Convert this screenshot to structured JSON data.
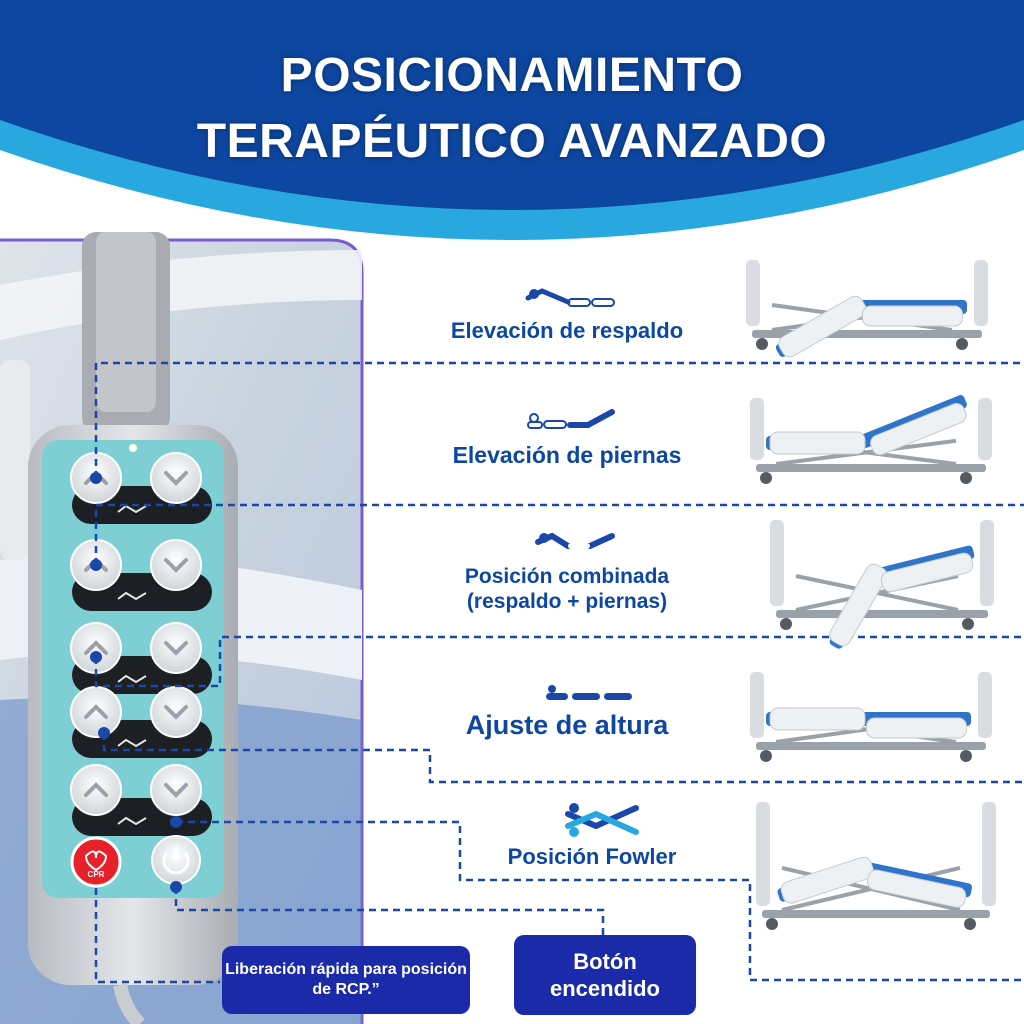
{
  "title": {
    "line1": "POSICIONAMIENTO",
    "line2": "TERAPÉUTICO AVANZADO"
  },
  "functions": [
    {
      "label": "Elevación de respaldo",
      "icon": "backrest-position-icon"
    },
    {
      "label": "Elevación de piernas",
      "icon": "leg-raise-position-icon"
    },
    {
      "label": "Posición combinada",
      "label2": "(respaldo + piernas)",
      "icon": "combined-position-icon"
    },
    {
      "label": "Ajuste de altura",
      "icon": "height-adjust-icon"
    },
    {
      "label": "Posición Fowler",
      "icon": "fowler-position-icon"
    }
  ],
  "remote": {
    "cpr_label": "CPR",
    "power_icon": "power-icon"
  },
  "notes": {
    "cpr": "Liberación rápida para posición de RCP.”",
    "power_line1": "Botón",
    "power_line2": "encendido"
  },
  "colors": {
    "header_blue": "#0d47a1",
    "header_light": "#29a8e0",
    "remote_teal": "#7ecfd4",
    "note_bg": "#1a2aa8",
    "bed_blue": "#2f74c9"
  }
}
